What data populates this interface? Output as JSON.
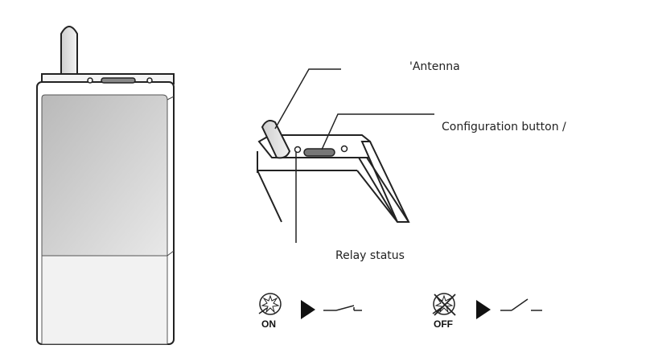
{
  "labels": {
    "antenna": "'Antenna",
    "config_button": "Configuration button /",
    "relay_status": "Relay status"
  },
  "legend": {
    "on_label": "ON",
    "off_label": "OFF"
  },
  "colors": {
    "stroke": "#222222",
    "front_top_gradient_start": "#bdbdbd",
    "front_top_gradient_end": "#e6e6e6",
    "front_bottom": "#f1f1f1"
  },
  "icons": {
    "on_state": "led-on-icon",
    "off_state": "led-off-icon",
    "arrow": "play-arrow-icon",
    "open_switch": "open-switch-icon",
    "closed_switch": "closed-switch-icon"
  }
}
